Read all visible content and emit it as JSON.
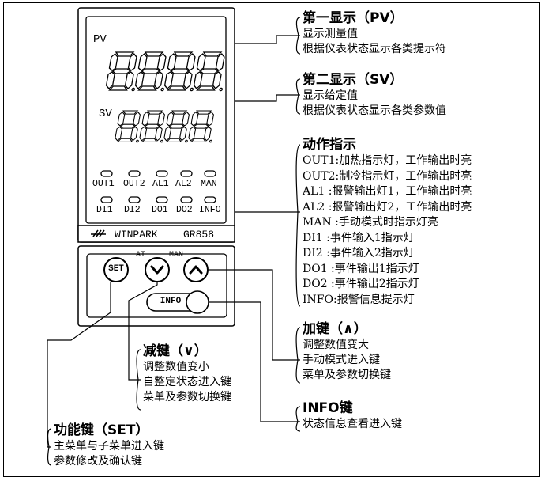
{
  "device": {
    "pv_label": "PV",
    "sv_label": "SV",
    "led_row1": [
      "OUT1",
      "OUT2",
      "AL1",
      "AL2",
      "MAN"
    ],
    "led_row2": [
      "DI1",
      "DI2",
      "DO1",
      "DO2",
      "INFO"
    ],
    "brand": "WINPARK",
    "model": "GR858",
    "at_label": "AT",
    "man_label": "MAN",
    "set_button": "SET",
    "info_button": "INFO"
  },
  "annotations": {
    "pv": {
      "title": "第一显示（PV）",
      "lines": [
        "显示测量值",
        "根据仪表状态显示各类提示符"
      ]
    },
    "sv": {
      "title": "第二显示（SV）",
      "lines": [
        "显示给定值",
        "根据仪表状态显示各类参数值"
      ]
    },
    "action": {
      "title": "动作指示",
      "lines": [
        "OUT1:加热指示灯，工作输出时亮",
        "OUT2:制冷指示灯，工作输出时亮",
        "AL1 :报警输出灯1，工作输出时亮",
        "AL2 :报警输出灯2，工作输出时亮",
        "MAN :手动模式时指示灯亮",
        "DI1 :事件输入1指示灯",
        "DI2 :事件输入2指示灯",
        "DO1 :事件输出1指示灯",
        "DO2 :事件输出2指示灯",
        "INFO:报警信息提示灯"
      ]
    },
    "up": {
      "title": "加键（∧）",
      "lines": [
        "调整数值变大",
        "手动模式进入键",
        "菜单及参数切换键"
      ]
    },
    "down": {
      "title": "减键（∨）",
      "lines": [
        "调整数值变小",
        "自整定状态进入键",
        "菜单及参数切换键"
      ]
    },
    "info": {
      "title": "INFO键",
      "lines": [
        "状态信息查看进入键"
      ]
    },
    "set": {
      "title": "功能键（SET）",
      "lines": [
        "主菜单与子菜单进入键",
        "参数修改及确认键"
      ]
    }
  }
}
